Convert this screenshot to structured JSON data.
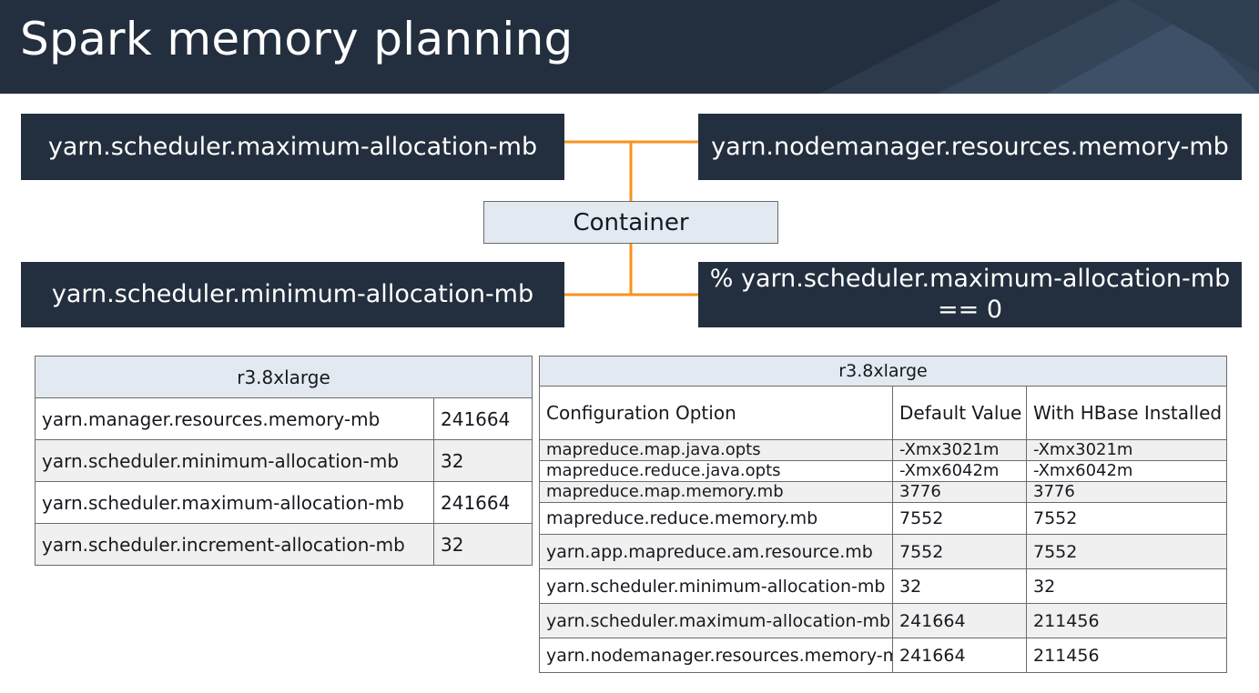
{
  "page": {
    "title": "Spark memory planning"
  },
  "diagram": {
    "top_left": "yarn.scheduler.maximum-allocation-mb",
    "top_right": "yarn.nodemanager.resources.memory-mb",
    "center": "Container",
    "bottom_left": "yarn.scheduler.minimum-allocation-mb",
    "bottom_right_line1": "% yarn.scheduler.maximum-allocation-mb",
    "bottom_right_line2": "== 0",
    "connector_color": "#f7931e"
  },
  "table_left": {
    "title": "r3.8xlarge",
    "rows": [
      {
        "option": "yarn.manager.resources.memory-mb",
        "value": "241664"
      },
      {
        "option": "yarn.scheduler.minimum-allocation-mb",
        "value": "32"
      },
      {
        "option": "yarn.scheduler.maximum-allocation-mb",
        "value": "241664"
      },
      {
        "option": "yarn.scheduler.increment-allocation-mb",
        "value": "32"
      }
    ]
  },
  "table_right": {
    "title": "r3.8xlarge",
    "headers": {
      "option": "Configuration Option",
      "default": "Default Value",
      "hbase": "With HBase Installed"
    },
    "rows": [
      {
        "option": "mapreduce.map.java.opts",
        "default": "-Xmx3021m",
        "hbase": "-Xmx3021m"
      },
      {
        "option": "mapreduce.reduce.java.opts",
        "default": "-Xmx6042m",
        "hbase": "-Xmx6042m"
      },
      {
        "option": "mapreduce.map.memory.mb",
        "default": "3776",
        "hbase": "3776"
      },
      {
        "option": "mapreduce.reduce.memory.mb",
        "default": "7552",
        "hbase": "7552"
      },
      {
        "option": "yarn.app.mapreduce.am.resource.mb",
        "default": "7552",
        "hbase": "7552"
      },
      {
        "option": "yarn.scheduler.minimum-allocation-mb",
        "default": "32",
        "hbase": "32"
      },
      {
        "option": "yarn.scheduler.maximum-allocation-mb",
        "default": "241664",
        "hbase": "211456"
      },
      {
        "option": "yarn.nodemanager.resources.memory-mb",
        "default": "241664",
        "hbase": "211456"
      }
    ]
  },
  "colors": {
    "header_bg": "#232f3e",
    "box_bg": "#232f3e",
    "table_header_bg": "#e3e9f1",
    "connector": "#f7931e"
  }
}
